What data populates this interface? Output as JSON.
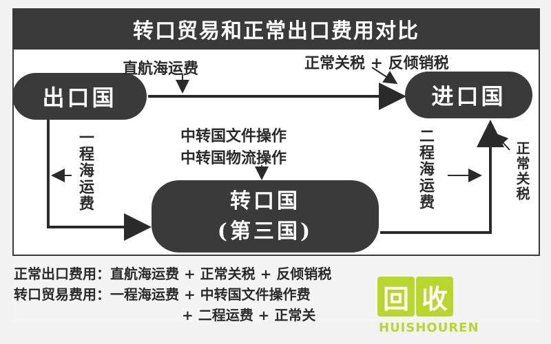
{
  "title": "转口贸易和正常出口费用对比",
  "nodes": {
    "export": "出口国",
    "import": "进口国",
    "transit_line1": "转口国",
    "transit_line2": "(第三国)"
  },
  "labels": {
    "direct_freight": "直航海运费",
    "normal_tariff_antidumping": "正常关税 + 反倾销税",
    "transit_docs": "中转国文件操作",
    "transit_logistics": "中转国物流操作",
    "first_leg": "一程海运费",
    "second_leg": "二程海运费",
    "normal_tariff": "正常关税"
  },
  "formulas": {
    "line1": "正常出口费用：直航海运费 + 正常关税 + 反倾销税",
    "line2": "转口贸易费用：一程海运费 + 中转国文件操作费",
    "line3": "+ 二程运费 + 正常关"
  },
  "watermark": {
    "char1": "回",
    "char2": "收",
    "text": "HUISHOUREN"
  },
  "colors": {
    "node_fill": "#3a3a3a",
    "watermark": "#b9d62a"
  }
}
